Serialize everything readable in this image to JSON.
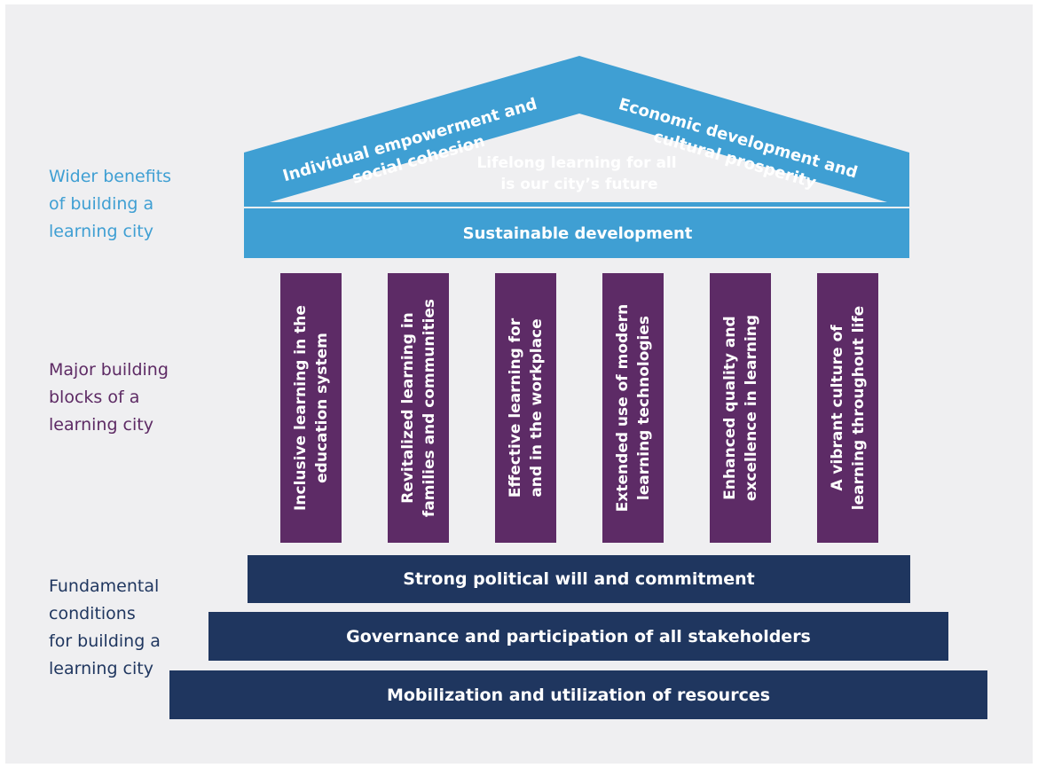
{
  "side_labels": {
    "benefits": [
      "Wider benefits",
      "of building a",
      "learning city"
    ],
    "blocks": [
      "Major building",
      "blocks of a",
      "learning city"
    ],
    "fundamental": [
      "Fundamental",
      "conditions",
      "for building a",
      "learning city"
    ]
  },
  "roof": {
    "left_text": [
      "Individual empowerment and",
      "social cohesion"
    ],
    "right_text": [
      "Economic development and",
      "cultural prosperity"
    ],
    "center_text": [
      "Lifelong learning for all",
      "is our city’s future"
    ],
    "beam_label": "Sustainable development"
  },
  "pillars": [
    [
      "Inclusive learning in the",
      "education system"
    ],
    [
      "Revitalized learning in",
      "families and communities"
    ],
    [
      "Effective learning for",
      "and in the workplace"
    ],
    [
      "Extended use of modern",
      "learning technologies"
    ],
    [
      "Enhanced quality and",
      "excellence in learning"
    ],
    [
      "A vibrant culture of",
      "learning throughout life"
    ]
  ],
  "steps": [
    "Strong political will and commitment",
    "Governance and participation of all stakeholders",
    "Mobilization and utilization of resources"
  ],
  "colors": {
    "background": "#efeff1",
    "roof": "#3f9fd3",
    "pillar": "#5d2b66",
    "step": "#1f365f"
  }
}
